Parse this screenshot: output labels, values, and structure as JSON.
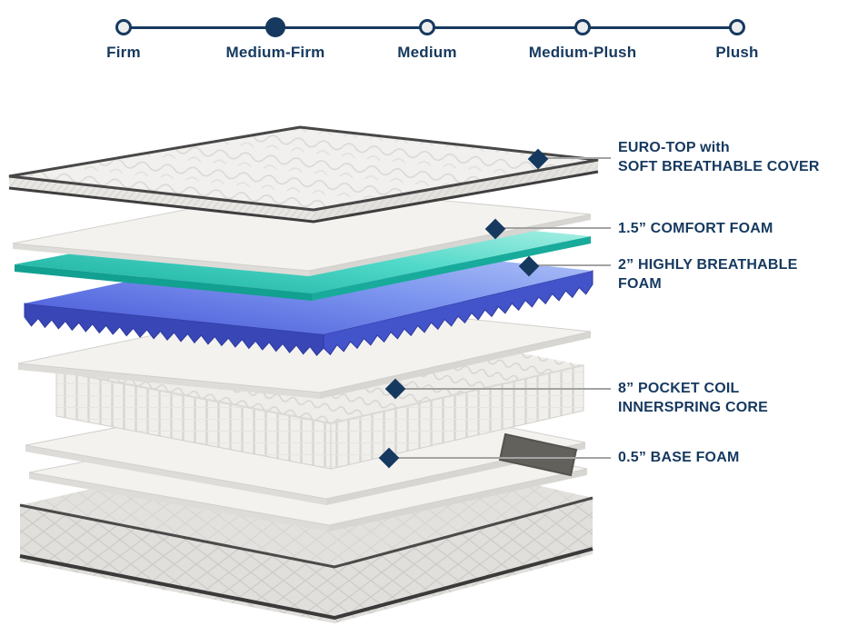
{
  "firmness_scale": {
    "options": [
      {
        "label": "Firm",
        "selected": false
      },
      {
        "label": "Medium-Firm",
        "selected": true
      },
      {
        "label": "Medium",
        "selected": false
      },
      {
        "label": "Medium-Plush",
        "selected": false
      },
      {
        "label": "Plush",
        "selected": false
      }
    ]
  },
  "layers": [
    {
      "line1": "EURO-TOP with",
      "line2": "SOFT BREATHABLE COVER"
    },
    {
      "line1": "1.5” COMFORT FOAM",
      "line2": ""
    },
    {
      "line1": "2” HIGHLY BREATHABLE",
      "line2": "FOAM"
    },
    {
      "line1": "8” POCKET COIL",
      "line2": "INNERSPRING CORE"
    },
    {
      "line1": "0.5” BASE FOAM",
      "line2": ""
    }
  ],
  "colors": {
    "navy": "#16395f",
    "teal": "#2ec4b6",
    "blue": "#4f74e3",
    "line_gray": "#a3a3a3"
  }
}
